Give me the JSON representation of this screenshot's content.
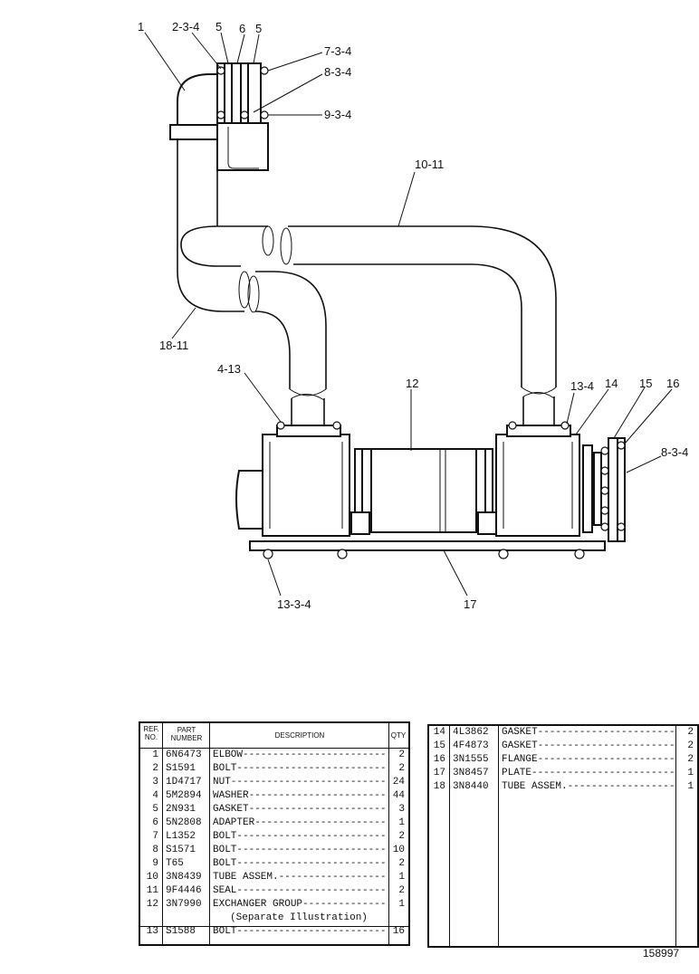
{
  "callouts": {
    "c1": "1",
    "c2": "2-3-4",
    "c3": "5",
    "c4": "6",
    "c5": "5",
    "c6": "7-3-4",
    "c7": "8-3-4",
    "c8": "9-3-4",
    "c9": "10-11",
    "c10": "18-11",
    "c11": "4-13",
    "c12": "12",
    "c13": "13-4",
    "c14": "14",
    "c15": "15",
    "c16": "16",
    "c17": "8-3-4",
    "c18": "13-3-4",
    "c19": "17"
  },
  "table_headers": {
    "ref": "REF. NO.",
    "part": "PART NUMBER",
    "desc": "DESCRIPTION",
    "qty": "QTY"
  },
  "parts_left": [
    {
      "ref": "1",
      "part": "6N6473",
      "desc": "ELBOW",
      "qty": "2"
    },
    {
      "ref": "2",
      "part": "S1591",
      "desc": "BOLT",
      "qty": "2"
    },
    {
      "ref": "3",
      "part": "1D4717",
      "desc": "NUT",
      "qty": "24"
    },
    {
      "ref": "4",
      "part": "5M2894",
      "desc": "WASHER",
      "qty": "44"
    },
    {
      "ref": "5",
      "part": "2N931",
      "desc": "GASKET",
      "qty": "3"
    },
    {
      "ref": "6",
      "part": "5N2808",
      "desc": "ADAPTER",
      "qty": "1"
    },
    {
      "ref": "7",
      "part": "L1352",
      "desc": "BOLT",
      "qty": "2"
    },
    {
      "ref": "8",
      "part": "S1571",
      "desc": "BOLT",
      "qty": "10"
    },
    {
      "ref": "9",
      "part": "T65",
      "desc": "BOLT",
      "qty": "2"
    },
    {
      "ref": "10",
      "part": "3N8439",
      "desc": "TUBE ASSEM.",
      "qty": "1"
    },
    {
      "ref": "11",
      "part": "9F4446",
      "desc": "SEAL",
      "qty": "2"
    },
    {
      "ref": "12",
      "part": "3N7990",
      "desc": "EXCHANGER GROUP",
      "qty": "1"
    },
    {
      "ref": "",
      "part": "",
      "desc": "(Separate Illustration)",
      "qty": ""
    },
    {
      "ref": "13",
      "part": "S1588",
      "desc": "BOLT",
      "qty": "16"
    }
  ],
  "parts_right": [
    {
      "ref": "14",
      "part": "4L3862",
      "desc": "GASKET",
      "qty": "2"
    },
    {
      "ref": "15",
      "part": "4F4873",
      "desc": "GASKET",
      "qty": "2"
    },
    {
      "ref": "16",
      "part": "3N1555",
      "desc": "FLANGE",
      "qty": "2"
    },
    {
      "ref": "17",
      "part": "3N8457",
      "desc": "PLATE",
      "qty": "1"
    },
    {
      "ref": "18",
      "part": "3N8440",
      "desc": "TUBE ASSEM.",
      "qty": "1"
    }
  ],
  "drawing_number": "158997"
}
